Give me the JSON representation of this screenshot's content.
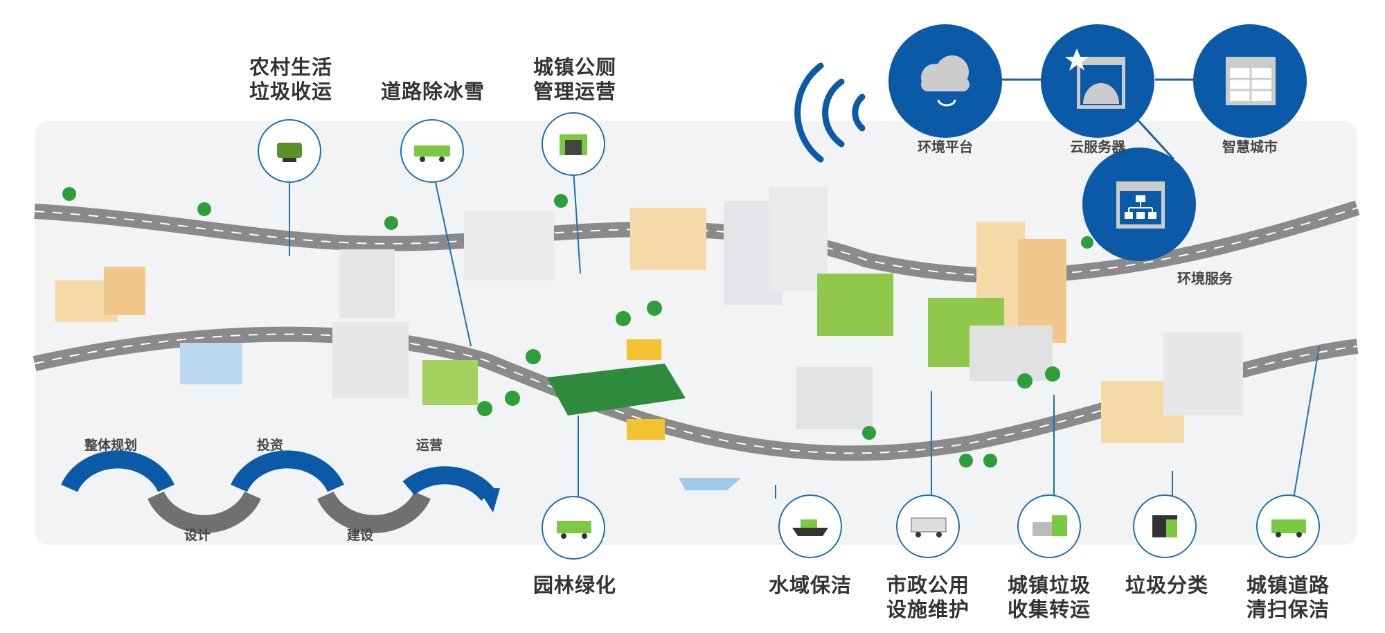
{
  "colors": {
    "blue": "#0a5aa8",
    "gray_road": "#8a8a8a",
    "green": "#7ac943",
    "panel": "#f2f3f4"
  },
  "top_services": [
    {
      "label": "农村生活\n垃圾收运",
      "icon": "garbage-bin-icon"
    },
    {
      "label": "道路除冰雪",
      "icon": "snow-plow-truck-icon"
    },
    {
      "label": "城镇公厕\n管理运营",
      "icon": "public-toilet-icon"
    }
  ],
  "bottom_services": [
    {
      "label": "园林绿化",
      "icon": "sprinkler-truck-icon"
    },
    {
      "label": "水域保洁",
      "icon": "cleaning-boat-icon"
    },
    {
      "label": "市政公用\n设施维护",
      "icon": "maintenance-truck-icon"
    },
    {
      "label": "城镇垃圾\n收集转运",
      "icon": "transfer-station-icon"
    },
    {
      "label": "垃圾分类",
      "icon": "sorting-bin-icon"
    },
    {
      "label": "城镇道路\n清扫保洁",
      "icon": "street-sweeper-icon"
    }
  ],
  "platform": [
    {
      "label": "环境平台",
      "icon": "cloud-icon"
    },
    {
      "label": "云服务器",
      "icon": "globe-server-icon"
    },
    {
      "label": "智慧城市",
      "icon": "table-window-icon"
    },
    {
      "label": "环境服务",
      "icon": "org-chart-window-icon"
    }
  ],
  "process": [
    {
      "label": "整体规划"
    },
    {
      "label": "设计"
    },
    {
      "label": "投资"
    },
    {
      "label": "建设"
    },
    {
      "label": "运营"
    }
  ]
}
